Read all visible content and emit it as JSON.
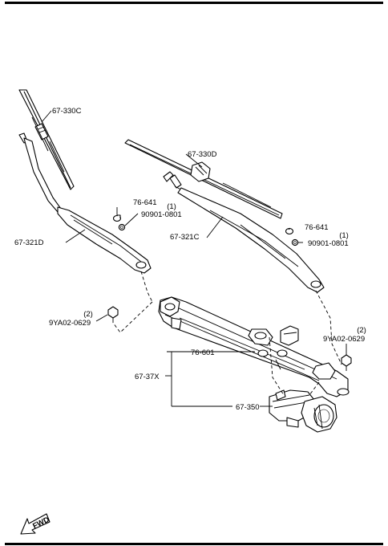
{
  "labels": {
    "blade_left": "67-330C",
    "blade_right": "67-330D",
    "arm_left": "67-321D",
    "arm_right": "67-321C",
    "cap_left": "76-641",
    "nut_left": "90901-0801",
    "nut_left_qty": "(1)",
    "cap_right": "76-641",
    "nut_right": "90901-0801",
    "nut_right_qty": "(1)",
    "bolt_left_qty": "(2)",
    "bolt_left": "9YA02-0629",
    "bolt_right_qty": "(2)",
    "bolt_right": "9YA02-0629",
    "linkage": "76-601",
    "assembly": "67-37X",
    "motor": "67-350",
    "fwd": "FWD"
  }
}
